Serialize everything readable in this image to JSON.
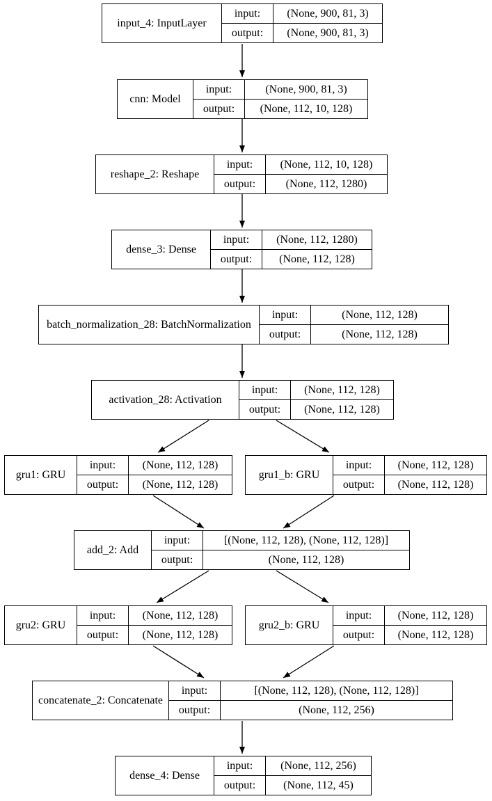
{
  "diagram": {
    "kind": "keras-model-plot",
    "row_labels": {
      "input": "input:",
      "output": "output:"
    },
    "nodes": [
      {
        "id": "input_4",
        "name": "input_4: InputLayer",
        "input": "(None, 900, 81, 3)",
        "output": "(None, 900, 81, 3)"
      },
      {
        "id": "cnn",
        "name": "cnn: Model",
        "input": "(None, 900, 81, 3)",
        "output": "(None, 112, 10, 128)"
      },
      {
        "id": "reshape_2",
        "name": "reshape_2: Reshape",
        "input": "(None, 112, 10, 128)",
        "output": "(None, 112, 1280)"
      },
      {
        "id": "dense_3",
        "name": "dense_3: Dense",
        "input": "(None, 112, 1280)",
        "output": "(None, 112, 128)"
      },
      {
        "id": "batch_normalization_28",
        "name": "batch_normalization_28: BatchNormalization",
        "input": "(None, 112, 128)",
        "output": "(None, 112, 128)"
      },
      {
        "id": "activation_28",
        "name": "activation_28: Activation",
        "input": "(None, 112, 128)",
        "output": "(None, 112, 128)"
      },
      {
        "id": "gru1",
        "name": "gru1: GRU",
        "input": "(None, 112, 128)",
        "output": "(None, 112, 128)"
      },
      {
        "id": "gru1_b",
        "name": "gru1_b: GRU",
        "input": "(None, 112, 128)",
        "output": "(None, 112, 128)"
      },
      {
        "id": "add_2",
        "name": "add_2: Add",
        "input": "[(None, 112, 128), (None, 112, 128)]",
        "output": "(None, 112, 128)"
      },
      {
        "id": "gru2",
        "name": "gru2: GRU",
        "input": "(None, 112, 128)",
        "output": "(None, 112, 128)"
      },
      {
        "id": "gru2_b",
        "name": "gru2_b: GRU",
        "input": "(None, 112, 128)",
        "output": "(None, 112, 128)"
      },
      {
        "id": "concatenate_2",
        "name": "concatenate_2: Concatenate",
        "input": "[(None, 112, 128), (None, 112, 128)]",
        "output": "(None, 112, 256)"
      },
      {
        "id": "dense_4",
        "name": "dense_4: Dense",
        "input": "(None, 112, 256)",
        "output": "(None, 112, 45)"
      }
    ],
    "edges": [
      {
        "from": "input_4",
        "to": "cnn"
      },
      {
        "from": "cnn",
        "to": "reshape_2"
      },
      {
        "from": "reshape_2",
        "to": "dense_3"
      },
      {
        "from": "dense_3",
        "to": "batch_normalization_28"
      },
      {
        "from": "batch_normalization_28",
        "to": "activation_28"
      },
      {
        "from": "activation_28",
        "to": "gru1"
      },
      {
        "from": "activation_28",
        "to": "gru1_b"
      },
      {
        "from": "gru1",
        "to": "add_2"
      },
      {
        "from": "gru1_b",
        "to": "add_2"
      },
      {
        "from": "add_2",
        "to": "gru2"
      },
      {
        "from": "add_2",
        "to": "gru2_b"
      },
      {
        "from": "gru2",
        "to": "concatenate_2"
      },
      {
        "from": "gru2_b",
        "to": "concatenate_2"
      },
      {
        "from": "concatenate_2",
        "to": "dense_4"
      }
    ],
    "colors": {
      "line": "#000000",
      "background": "#ffffff",
      "text": "#000000"
    }
  }
}
